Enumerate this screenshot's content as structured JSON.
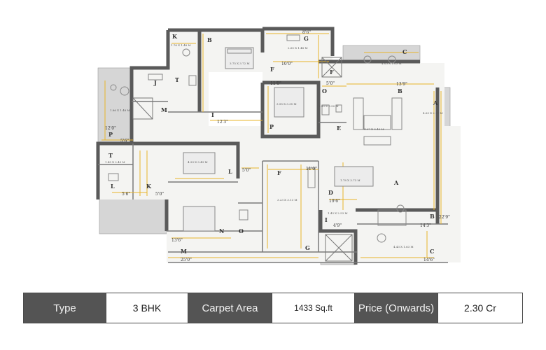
{
  "plan": {
    "room_letters": [
      "K",
      "B",
      "G",
      "F",
      "P",
      "F",
      "O",
      "B",
      "A",
      "J",
      "T",
      "M",
      "P",
      "I",
      "E",
      "T",
      "L",
      "K",
      "L",
      "F",
      "D",
      "A",
      "N",
      "O",
      "I",
      "B",
      "C",
      "M",
      "G",
      "C"
    ],
    "dimensions": [
      "8'6\"",
      "10'0\"",
      "11'0\"",
      "5'0\"",
      "12'3\"",
      "5'6\"",
      "12'0\"",
      "5'6\"",
      "5'0\"",
      "11'0\"",
      "5'0\"",
      "19'6\"",
      "13'9\"",
      "4'9\"",
      "13'6\"",
      "25'0\"",
      "14'3\"",
      "14'6\"",
      "22'9\""
    ],
    "room_sizes": [
      "1.76 X 1.48 M",
      "2.65 X 1.48 M",
      "3.75 X 3.72 M",
      "4.83 X 1.83 M",
      "1.86 X 1.48 M",
      "3.55 X 3.35 M",
      "4.63 X 2.79 M",
      "1.93 X 3.50 M",
      "4.07 X 3.43 M",
      "1.78 X 3.73 M",
      "1.45 X 2.43 M",
      "3.23 X 3.13 M",
      "4.93 X 3.43 M",
      "1.43 X 2.53 M",
      "4.43 X 1.63 M"
    ]
  },
  "table": {
    "type_label": "Type",
    "type_value": "3 BHK",
    "area_label": "Carpet  Area",
    "area_value": "1433 Sq.ft",
    "price_label": "Price (Onwards)",
    "price_value": "2.30 Cr"
  }
}
